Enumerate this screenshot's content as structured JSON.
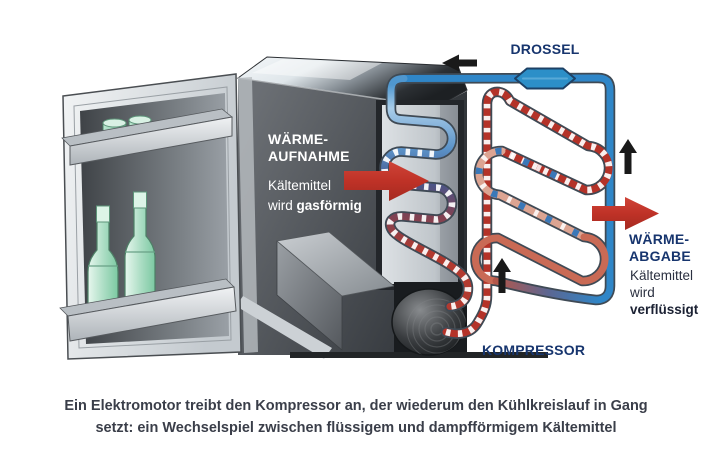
{
  "diagram": {
    "title_context": "Kühlkreislauf eines Kühlschranks",
    "labels": {
      "drossel": "DROSSEL",
      "kompressor": "KOMPRESSOR",
      "waerme_aufnahme": {
        "line1": "WÄRME-",
        "line2": "AUFNAHME"
      },
      "aufnahme_desc": {
        "line1": "Kältemittel",
        "word_wird": "wird",
        "word_bold": "gasförmig"
      },
      "waerme_abgabe": {
        "line1": "WÄRME-",
        "line2": "ABGABE"
      },
      "abgabe_desc": {
        "line1": "Kältemittel",
        "line2": "wird",
        "line3_bold": "verflüssigt"
      }
    },
    "caption": {
      "line1": "Ein Elektromotor treibt den Kompressor an, der wiederum den Kühlkreislauf in Gang",
      "line2": "setzt: ein Wechselspiel zwischen flüssigem und dampfförmigem Kältemittel"
    },
    "flow_arrows": [
      "flow-left-top",
      "flow-up-at-compressor",
      "flow-up-right-side",
      "heat-in-red-arrow",
      "heat-out-red-arrow"
    ],
    "colors": {
      "label_navy": "#17356e",
      "label_white": "#ffffff",
      "caption_gray": "#3a3e49",
      "pipe_cold_blue": "#2f86c8",
      "pipe_hot_red": "#b43228",
      "pipe_outline": "#3f4a55",
      "heat_arrow_red": "#c1342a",
      "flow_arrow_black": "#1a1a1a",
      "fridge_dark_gray": "#4a4e53",
      "bottle_green": "#8fd0ae"
    }
  }
}
